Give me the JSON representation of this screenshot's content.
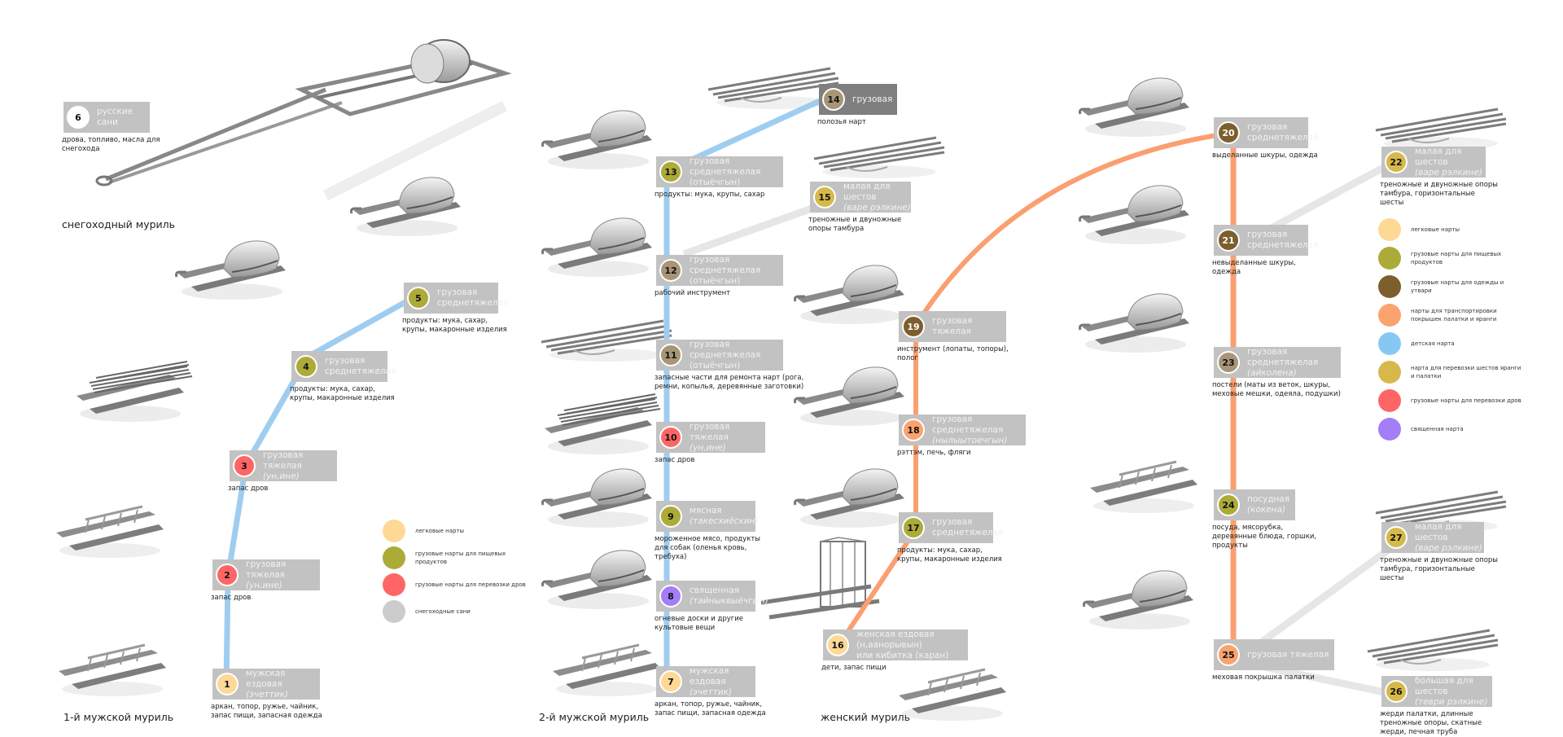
{
  "colors": {
    "light_sled": "#fdd995",
    "food": "#acab38",
    "clothes": "#7c5f2d",
    "tent_cover": "#fba36e",
    "child": "#87c8f2",
    "poles": "#d6b94a",
    "firewood": "#fe6665",
    "sacred": "#a37ef7",
    "snowmobile": "#cccccc",
    "tool_brown": "#a89577",
    "route_blue": "#9fcdf0",
    "route_orange": "#fb9f70",
    "route_grey": "#e4e4e4"
  },
  "groups": {
    "snowmobile": "снегоходный муриль",
    "first_male": "1-й мужской муриль",
    "second_male": "2-й мужской муриль",
    "female": "женский муриль"
  },
  "nodes": {
    "n1": {
      "num": "1",
      "title": "мужская ездовая",
      "sub": "(эчеттик)",
      "desc": "аркан, топор, ружье, чайник, запас пищи, запасная одежда"
    },
    "n2": {
      "num": "2",
      "title": "грузовая тяжелая",
      "sub": "(ун,ине)",
      "desc": "запас дров"
    },
    "n3": {
      "num": "3",
      "title": "грузовая тяжелая",
      "sub": "(ун,ине)",
      "desc": "запас дров"
    },
    "n4": {
      "num": "4",
      "title": "грузовая",
      "sub": "среднетяжелая",
      "desc": "продукты: мука, сахар, крупы, макаронные изделия"
    },
    "n5": {
      "num": "5",
      "title": "грузовая",
      "sub": "среднетяжелая",
      "desc": "продукты: мука, сахар, крупы, макаронные изделия"
    },
    "n6": {
      "num": "6",
      "title": "русские сани",
      "sub": "",
      "desc": "дрова, топливо, масла для снегохода"
    },
    "n7": {
      "num": "7",
      "title": "мужская ездовая",
      "sub": "(эчеттик)",
      "desc": "аркан, топор, ружье, чайник, запас пищи, запасная одежда"
    },
    "n8": {
      "num": "8",
      "title": "священная",
      "sub": "(тайныквыёчгын)",
      "desc": "огневые доски и другие культовые вещи"
    },
    "n9": {
      "num": "9",
      "title": "мясная",
      "sub": "(такесхиёскин)",
      "desc": "мороженное мясо, продукты для собак (оленья кровь, требуха)"
    },
    "n10": {
      "num": "10",
      "title": "грузовая тяжелая",
      "sub": "(ун,ине)",
      "desc": "запас дров"
    },
    "n11": {
      "num": "11",
      "title": "грузовая среднетяжелая",
      "sub": "(отыёчгын)",
      "desc": "запасные части для ремонта нарт (рога, ремни, копылья, деревянные заготовки)"
    },
    "n12": {
      "num": "12",
      "title": "грузовая среднетяжелая",
      "sub": "(отыёчгын)",
      "desc": "рабочий инструмент"
    },
    "n13": {
      "num": "13",
      "title": "грузовая среднетяжелая",
      "sub": "(отыёчгын)",
      "desc": "продукты: мука,  крупы, сахар"
    },
    "n14": {
      "num": "14",
      "title": "грузовая",
      "sub": "",
      "desc": "полозья нарт"
    },
    "n15": {
      "num": "15",
      "title": "малая для шестов",
      "sub": "(варе рэлкине)",
      "desc": "треножные и двуножные опоры тамбура"
    },
    "n16": {
      "num": "16",
      "title": "женская ездовая (н,аанорывын)",
      "sub": "или кибитка (каран)",
      "desc": "дети, запас пищи"
    },
    "n17": {
      "num": "17",
      "title": "грузовая",
      "sub": "среднетяжелая",
      "desc": "продукты: мука, сахар, крупы, макаронные изделия"
    },
    "n18": {
      "num": "18",
      "title": "грузовая среднетяжелая",
      "sub": "(нылыытоечгын)",
      "desc": "рэттэм, печь, фляги"
    },
    "n19": {
      "num": "19",
      "title": "грузовая тяжелая",
      "sub": "",
      "desc": "инструмент (лопаты, топоры), полог"
    },
    "n20": {
      "num": "20",
      "title": "грузовая",
      "sub": "среднетяжелая",
      "desc": "выделанные шкуры, одежда"
    },
    "n21": {
      "num": "21",
      "title": "грузовая",
      "sub": "среднетяжелая",
      "desc": "невыделанные шкуры, одежда"
    },
    "n22": {
      "num": "22",
      "title": "малая для шестов",
      "sub": "(варе рэлкине)",
      "desc": "треножные и двуножные опоры тамбура, горизонтальные шесты"
    },
    "n23": {
      "num": "23",
      "title": "грузовая среднетяжелая",
      "sub": "(айколена)",
      "desc": "постели (маты из веток, шкуры, меховые мешки, одеяла, подушки)"
    },
    "n24": {
      "num": "24",
      "title": "посудная",
      "sub": "(кокена)",
      "desc": "посуда, мясорубка, деревянные блюда, горшки, продукты"
    },
    "n25": {
      "num": "25",
      "title": "грузовая тяжелая",
      "sub": "",
      "desc": "меховая покрышка палатки"
    },
    "n26": {
      "num": "26",
      "title": "большая для шестов",
      "sub": "(теври рэлкине)",
      "desc": "жерди палатки, длинные треножные опоры, скатные жерди, печная труба"
    },
    "n27": {
      "num": "27",
      "title": "малая для шестов",
      "sub": "(варе рэлкине)",
      "desc": "треножные и двуножные опоры тамбура, горизонтальные шесты"
    }
  },
  "legend_left": [
    {
      "label": "легковые нарты",
      "color": "#fdd995"
    },
    {
      "label": "грузовые нарты для пищевых продуктов",
      "color": "#acab38"
    },
    {
      "label": "грузовые нарты для перевозки дров",
      "color": "#fe6665"
    },
    {
      "label": "снегоходные сани",
      "color": "#cccccc"
    }
  ],
  "legend_right": [
    {
      "label": "легковые нарты",
      "color": "#fdd995"
    },
    {
      "label": "грузовые нарты для пищевых продуктов",
      "color": "#acab38"
    },
    {
      "label": "грузовые нарты для одежды и утвари",
      "color": "#7c5f2d"
    },
    {
      "label": "нарты для транспортировки покрышек палатки и яранги",
      "color": "#fba36e"
    },
    {
      "label": "детская нарта",
      "color": "#87c8f2"
    },
    {
      "label": "нарта для перевозки шестов яранги и палатки",
      "color": "#d6b94a"
    },
    {
      "label": "грузовые нарты для перевозки дров",
      "color": "#fe6665"
    },
    {
      "label": "священная нарта",
      "color": "#a37ef7"
    }
  ]
}
